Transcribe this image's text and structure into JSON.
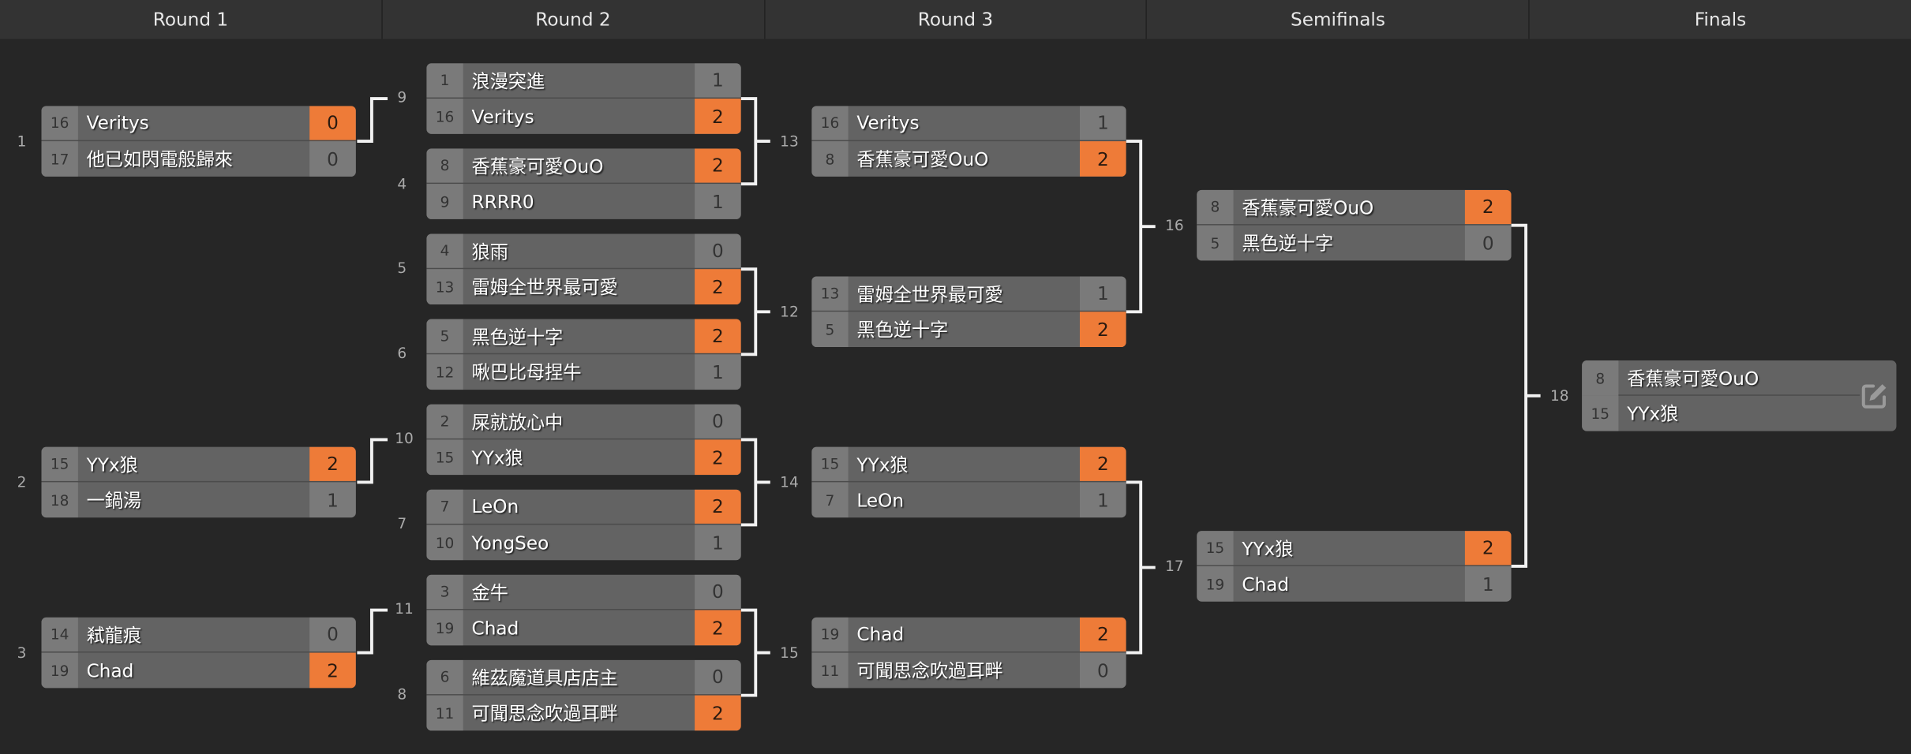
{
  "rounds": [
    "Round 1",
    "Round 2",
    "Round 3",
    "Semifinals",
    "Finals"
  ],
  "matches": [
    {
      "id": "1",
      "round": 0,
      "teams": [
        {
          "seed": "16",
          "name": "Veritys",
          "score": "0",
          "win": true
        },
        {
          "seed": "17",
          "name": "他已如閃電般歸來",
          "score": "0",
          "win": false
        }
      ]
    },
    {
      "id": "2",
      "round": 0,
      "teams": [
        {
          "seed": "15",
          "name": "YYx狼",
          "score": "2",
          "win": true
        },
        {
          "seed": "18",
          "name": "一鍋湯",
          "score": "1",
          "win": false
        }
      ]
    },
    {
      "id": "3",
      "round": 0,
      "teams": [
        {
          "seed": "14",
          "name": "弒龍痕",
          "score": "0",
          "win": false
        },
        {
          "seed": "19",
          "name": "Chad",
          "score": "2",
          "win": true
        }
      ]
    },
    {
      "id": "9",
      "round": 1,
      "teams": [
        {
          "seed": "1",
          "name": "浪漫突進",
          "score": "1",
          "win": false
        },
        {
          "seed": "16",
          "name": "Veritys",
          "score": "2",
          "win": true
        }
      ]
    },
    {
      "id": "4",
      "round": 1,
      "teams": [
        {
          "seed": "8",
          "name": "香蕉豪可愛OuO",
          "score": "2",
          "win": true
        },
        {
          "seed": "9",
          "name": "RRRR0",
          "score": "1",
          "win": false
        }
      ]
    },
    {
      "id": "5",
      "round": 1,
      "teams": [
        {
          "seed": "4",
          "name": "狼雨",
          "score": "0",
          "win": false
        },
        {
          "seed": "13",
          "name": "雷姆全世界最可愛",
          "score": "2",
          "win": true
        }
      ]
    },
    {
      "id": "6",
      "round": 1,
      "teams": [
        {
          "seed": "5",
          "name": "黑色逆十字",
          "score": "2",
          "win": true
        },
        {
          "seed": "12",
          "name": "啾巴比母捏牛",
          "score": "1",
          "win": false
        }
      ]
    },
    {
      "id": "10",
      "round": 1,
      "teams": [
        {
          "seed": "2",
          "name": "屎就放心中",
          "score": "0",
          "win": false
        },
        {
          "seed": "15",
          "name": "YYx狼",
          "score": "2",
          "win": true
        }
      ]
    },
    {
      "id": "7",
      "round": 1,
      "teams": [
        {
          "seed": "7",
          "name": "LeOn",
          "score": "2",
          "win": true
        },
        {
          "seed": "10",
          "name": "YongSeo",
          "score": "1",
          "win": false
        }
      ]
    },
    {
      "id": "11",
      "round": 1,
      "teams": [
        {
          "seed": "3",
          "name": "金牛",
          "score": "0",
          "win": false
        },
        {
          "seed": "19",
          "name": "Chad",
          "score": "2",
          "win": true
        }
      ]
    },
    {
      "id": "8",
      "round": 1,
      "teams": [
        {
          "seed": "6",
          "name": "維茲魔道具店店主",
          "score": "0",
          "win": false
        },
        {
          "seed": "11",
          "name": "可聞思念吹過耳畔",
          "score": "2",
          "win": true
        }
      ]
    },
    {
      "id": "13",
      "round": 2,
      "teams": [
        {
          "seed": "16",
          "name": "Veritys",
          "score": "1",
          "win": false
        },
        {
          "seed": "8",
          "name": "香蕉豪可愛OuO",
          "score": "2",
          "win": true
        }
      ]
    },
    {
      "id": "12",
      "round": 2,
      "teams": [
        {
          "seed": "13",
          "name": "雷姆全世界最可愛",
          "score": "1",
          "win": false
        },
        {
          "seed": "5",
          "name": "黑色逆十字",
          "score": "2",
          "win": true
        }
      ]
    },
    {
      "id": "14",
      "round": 2,
      "teams": [
        {
          "seed": "15",
          "name": "YYx狼",
          "score": "2",
          "win": true
        },
        {
          "seed": "7",
          "name": "LeOn",
          "score": "1",
          "win": false
        }
      ]
    },
    {
      "id": "15",
      "round": 2,
      "teams": [
        {
          "seed": "19",
          "name": "Chad",
          "score": "2",
          "win": true
        },
        {
          "seed": "11",
          "name": "可聞思念吹過耳畔",
          "score": "0",
          "win": false
        }
      ]
    },
    {
      "id": "16",
      "round": 3,
      "teams": [
        {
          "seed": "8",
          "name": "香蕉豪可愛OuO",
          "score": "2",
          "win": true
        },
        {
          "seed": "5",
          "name": "黑色逆十字",
          "score": "0",
          "win": false
        }
      ]
    },
    {
      "id": "17",
      "round": 3,
      "teams": [
        {
          "seed": "15",
          "name": "YYx狼",
          "score": "2",
          "win": true
        },
        {
          "seed": "19",
          "name": "Chad",
          "score": "1",
          "win": false
        }
      ]
    },
    {
      "id": "18",
      "round": 4,
      "final": true,
      "teams": [
        {
          "seed": "8",
          "name": "香蕉豪可愛OuO"
        },
        {
          "seed": "15",
          "name": "YYx狼"
        }
      ]
    }
  ],
  "colors": {
    "accent": "#ee7b38",
    "background": "#262626",
    "header": "#333333"
  },
  "icons": {
    "edit": "edit-icon"
  }
}
